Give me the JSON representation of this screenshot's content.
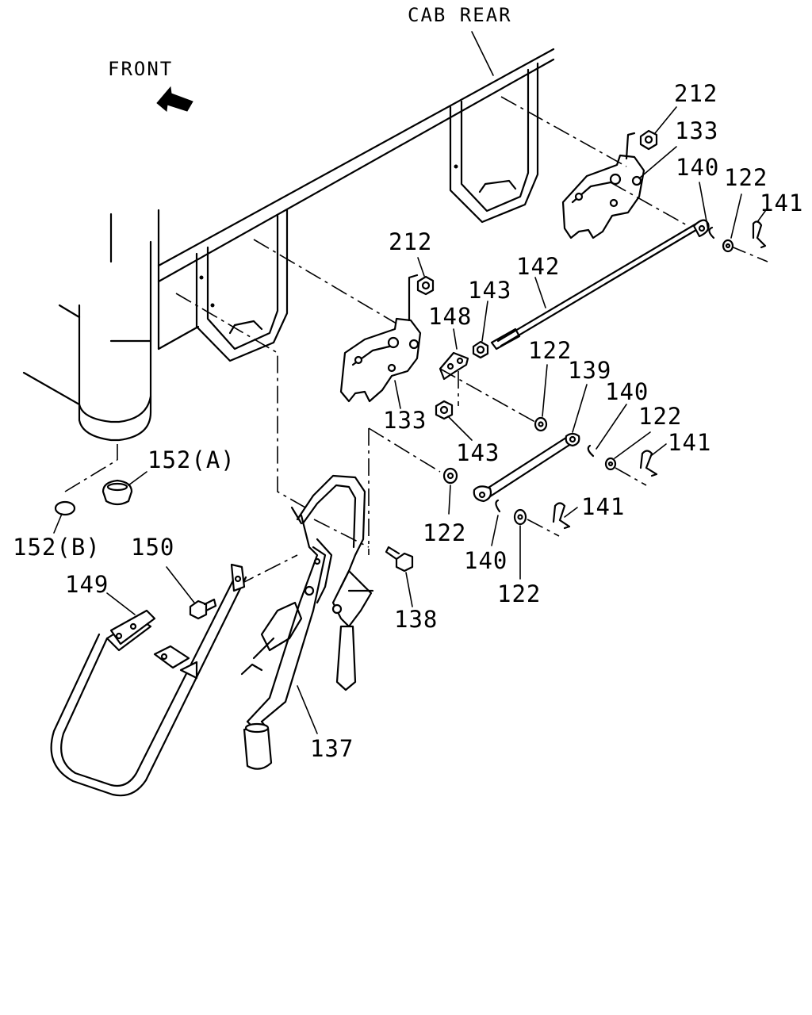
{
  "orientation": {
    "cab_rear_label": "CAB REAR",
    "front_label": "FRONT"
  },
  "parts": [
    {
      "id": "p212a",
      "number": "212"
    },
    {
      "id": "p133a",
      "number": "133"
    },
    {
      "id": "p140a",
      "number": "140"
    },
    {
      "id": "p122a",
      "number": "122"
    },
    {
      "id": "p141a",
      "number": "141"
    },
    {
      "id": "p212b",
      "number": "212"
    },
    {
      "id": "p142",
      "number": "142"
    },
    {
      "id": "p143a",
      "number": "143"
    },
    {
      "id": "p148",
      "number": "148"
    },
    {
      "id": "p122b",
      "number": "122"
    },
    {
      "id": "p139",
      "number": "139"
    },
    {
      "id": "p140b",
      "number": "140"
    },
    {
      "id": "p122c",
      "number": "122"
    },
    {
      "id": "p141b",
      "number": "141"
    },
    {
      "id": "p133b",
      "number": "133"
    },
    {
      "id": "p143b",
      "number": "143"
    },
    {
      "id": "p152a",
      "number": "152(A)"
    },
    {
      "id": "p152b",
      "number": "152(B)"
    },
    {
      "id": "p150",
      "number": "150"
    },
    {
      "id": "p149",
      "number": "149"
    },
    {
      "id": "p122d",
      "number": "122"
    },
    {
      "id": "p141c",
      "number": "141"
    },
    {
      "id": "p140c",
      "number": "140"
    },
    {
      "id": "p122e",
      "number": "122"
    },
    {
      "id": "p138",
      "number": "138"
    },
    {
      "id": "p137",
      "number": "137"
    }
  ]
}
